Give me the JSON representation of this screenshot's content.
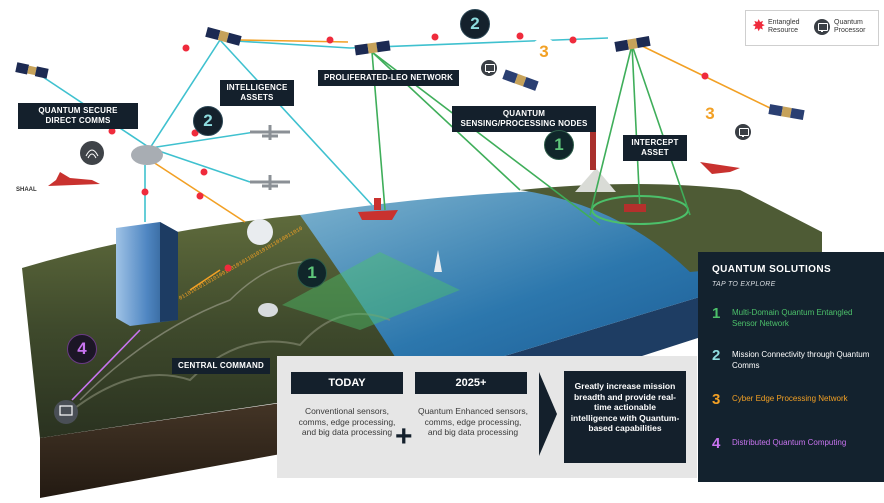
{
  "legend": {
    "entangled_resource": "Entangled Resource",
    "quantum_processor": "Quantum Processor"
  },
  "scene_labels": {
    "quantum_secure_direct_comms": "QUANTUM SECURE DIRECT COMMS",
    "intelligence_assets": "INTELLIGENCE ASSETS",
    "proliferated_leo_network": "PROLIFERATED-LEO NETWORK",
    "quantum_sensing_processing_nodes": "QUANTUM SENSING/PROCESSING NODES",
    "intercept_asset": "INTERCEPT ASSET",
    "central_command": "CENTRAL COMMAND",
    "shaal": "SHAAL"
  },
  "markers": {
    "one": "1",
    "two": "2",
    "three": "3",
    "four": "4"
  },
  "quantum_solutions": {
    "title": "QUANTUM SOLUTIONS",
    "subtitle": "TAP TO EXPLORE",
    "items": [
      {
        "num": "1",
        "label": "Multi-Domain Quantum Entangled Sensor Network",
        "color": "#4cc06a"
      },
      {
        "num": "2",
        "label": "Mission Connectivity through Quantum Comms",
        "color": "#8fdde0"
      },
      {
        "num": "3",
        "label": "Cyber Edge Processing Network",
        "color": "#f2a024"
      },
      {
        "num": "4",
        "label": "Distributed Quantum Computing",
        "color": "#c874f0"
      }
    ]
  },
  "comparison": {
    "today_title": "TODAY",
    "today_text": "Conventional sensors, comms, edge processing, and big data processing",
    "future_title": "2025+",
    "future_text": "Quantum Enhanced sensors, comms, edge processing, and big data processing",
    "plus": "+",
    "result_text": "Greatly increase mission breadth and provide real-time actionable intelligence with Quantum-based capabilities"
  },
  "colors": {
    "panel_dark": "#13222e",
    "link_cyan": "#3fc1cf",
    "link_orange": "#f2a024",
    "link_green": "#3fae5a",
    "link_purple": "#c874f0",
    "entangled_red": "#ef2b3c",
    "ocean": "#1d6fae"
  }
}
